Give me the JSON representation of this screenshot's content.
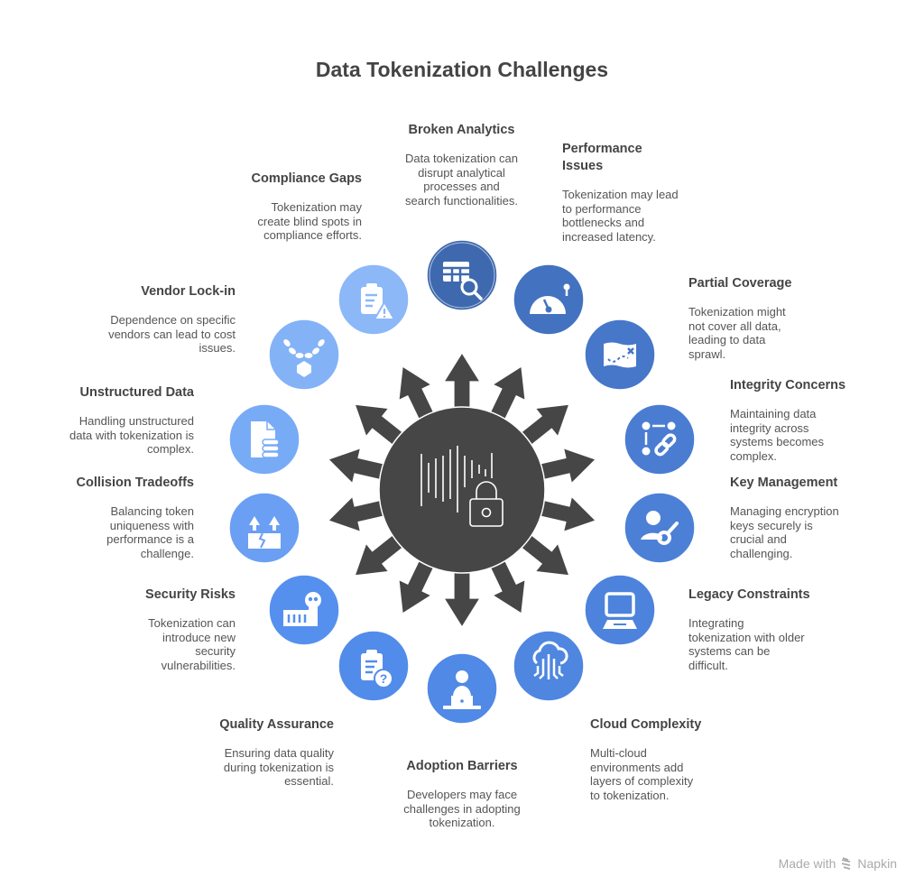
{
  "title": "Data Tokenization Challenges",
  "hub": {
    "icon": "waveform-lock-icon",
    "color": "#464646",
    "arrow_count": 14
  },
  "colors": {
    "dark_blue": "#3f69ae",
    "mid_blue": "#4a80d9",
    "bright_blue": "#5592ef",
    "light_blue": "#8ab6f8",
    "arrow": "#464646"
  },
  "items": [
    {
      "title": "Broken Analytics",
      "desc": "Data tokenization can disrupt analytical processes and search functionalities.",
      "icon": "table-search-icon"
    },
    {
      "title": "Performance Issues",
      "desc": "Tokenization may lead to performance bottlenecks and increased latency.",
      "icon": "speedometer-icon"
    },
    {
      "title": "Partial Coverage",
      "desc": "Tokenization might not cover all data, leading to data sprawl.",
      "icon": "treasure-map-icon"
    },
    {
      "title": "Integrity Concerns",
      "desc": "Maintaining data integrity across systems becomes complex.",
      "icon": "linked-nodes-icon"
    },
    {
      "title": "Key Management",
      "desc": "Managing encryption keys securely is crucial and challenging.",
      "icon": "user-key-icon"
    },
    {
      "title": "Legacy Constraints",
      "desc": "Integrating tokenization with older systems can be difficult.",
      "icon": "old-computer-icon"
    },
    {
      "title": "Cloud Complexity",
      "desc": "Multi-cloud environments add layers of complexity to tokenization.",
      "icon": "cloud-circuit-icon"
    },
    {
      "title": "Adoption Barriers",
      "desc": "Developers may face challenges in adopting tokenization.",
      "icon": "developer-laptop-icon"
    },
    {
      "title": "Quality Assurance",
      "desc": "Ensuring data quality during tokenization is essential.",
      "icon": "clipboard-question-icon"
    },
    {
      "title": "Security Risks",
      "desc": "Tokenization can introduce new security vulnerabilities.",
      "icon": "skull-barcode-icon"
    },
    {
      "title": "Collision Tradeoffs",
      "desc": "Balancing token uniqueness with performance is a challenge.",
      "icon": "arrows-crack-icon"
    },
    {
      "title": "Unstructured Data",
      "desc": "Handling unstructured data with tokenization is complex.",
      "icon": "document-stack-icon"
    },
    {
      "title": "Vendor Lock-in",
      "desc": "Dependence on specific vendors can lead to cost issues.",
      "icon": "chain-necklace-icon"
    },
    {
      "title": "Compliance Gaps",
      "desc": "Tokenization may create blind spots in compliance efforts.",
      "icon": "clipboard-warning-icon"
    }
  ],
  "footer": {
    "made_with": "Made with",
    "brand": "Napkin"
  }
}
